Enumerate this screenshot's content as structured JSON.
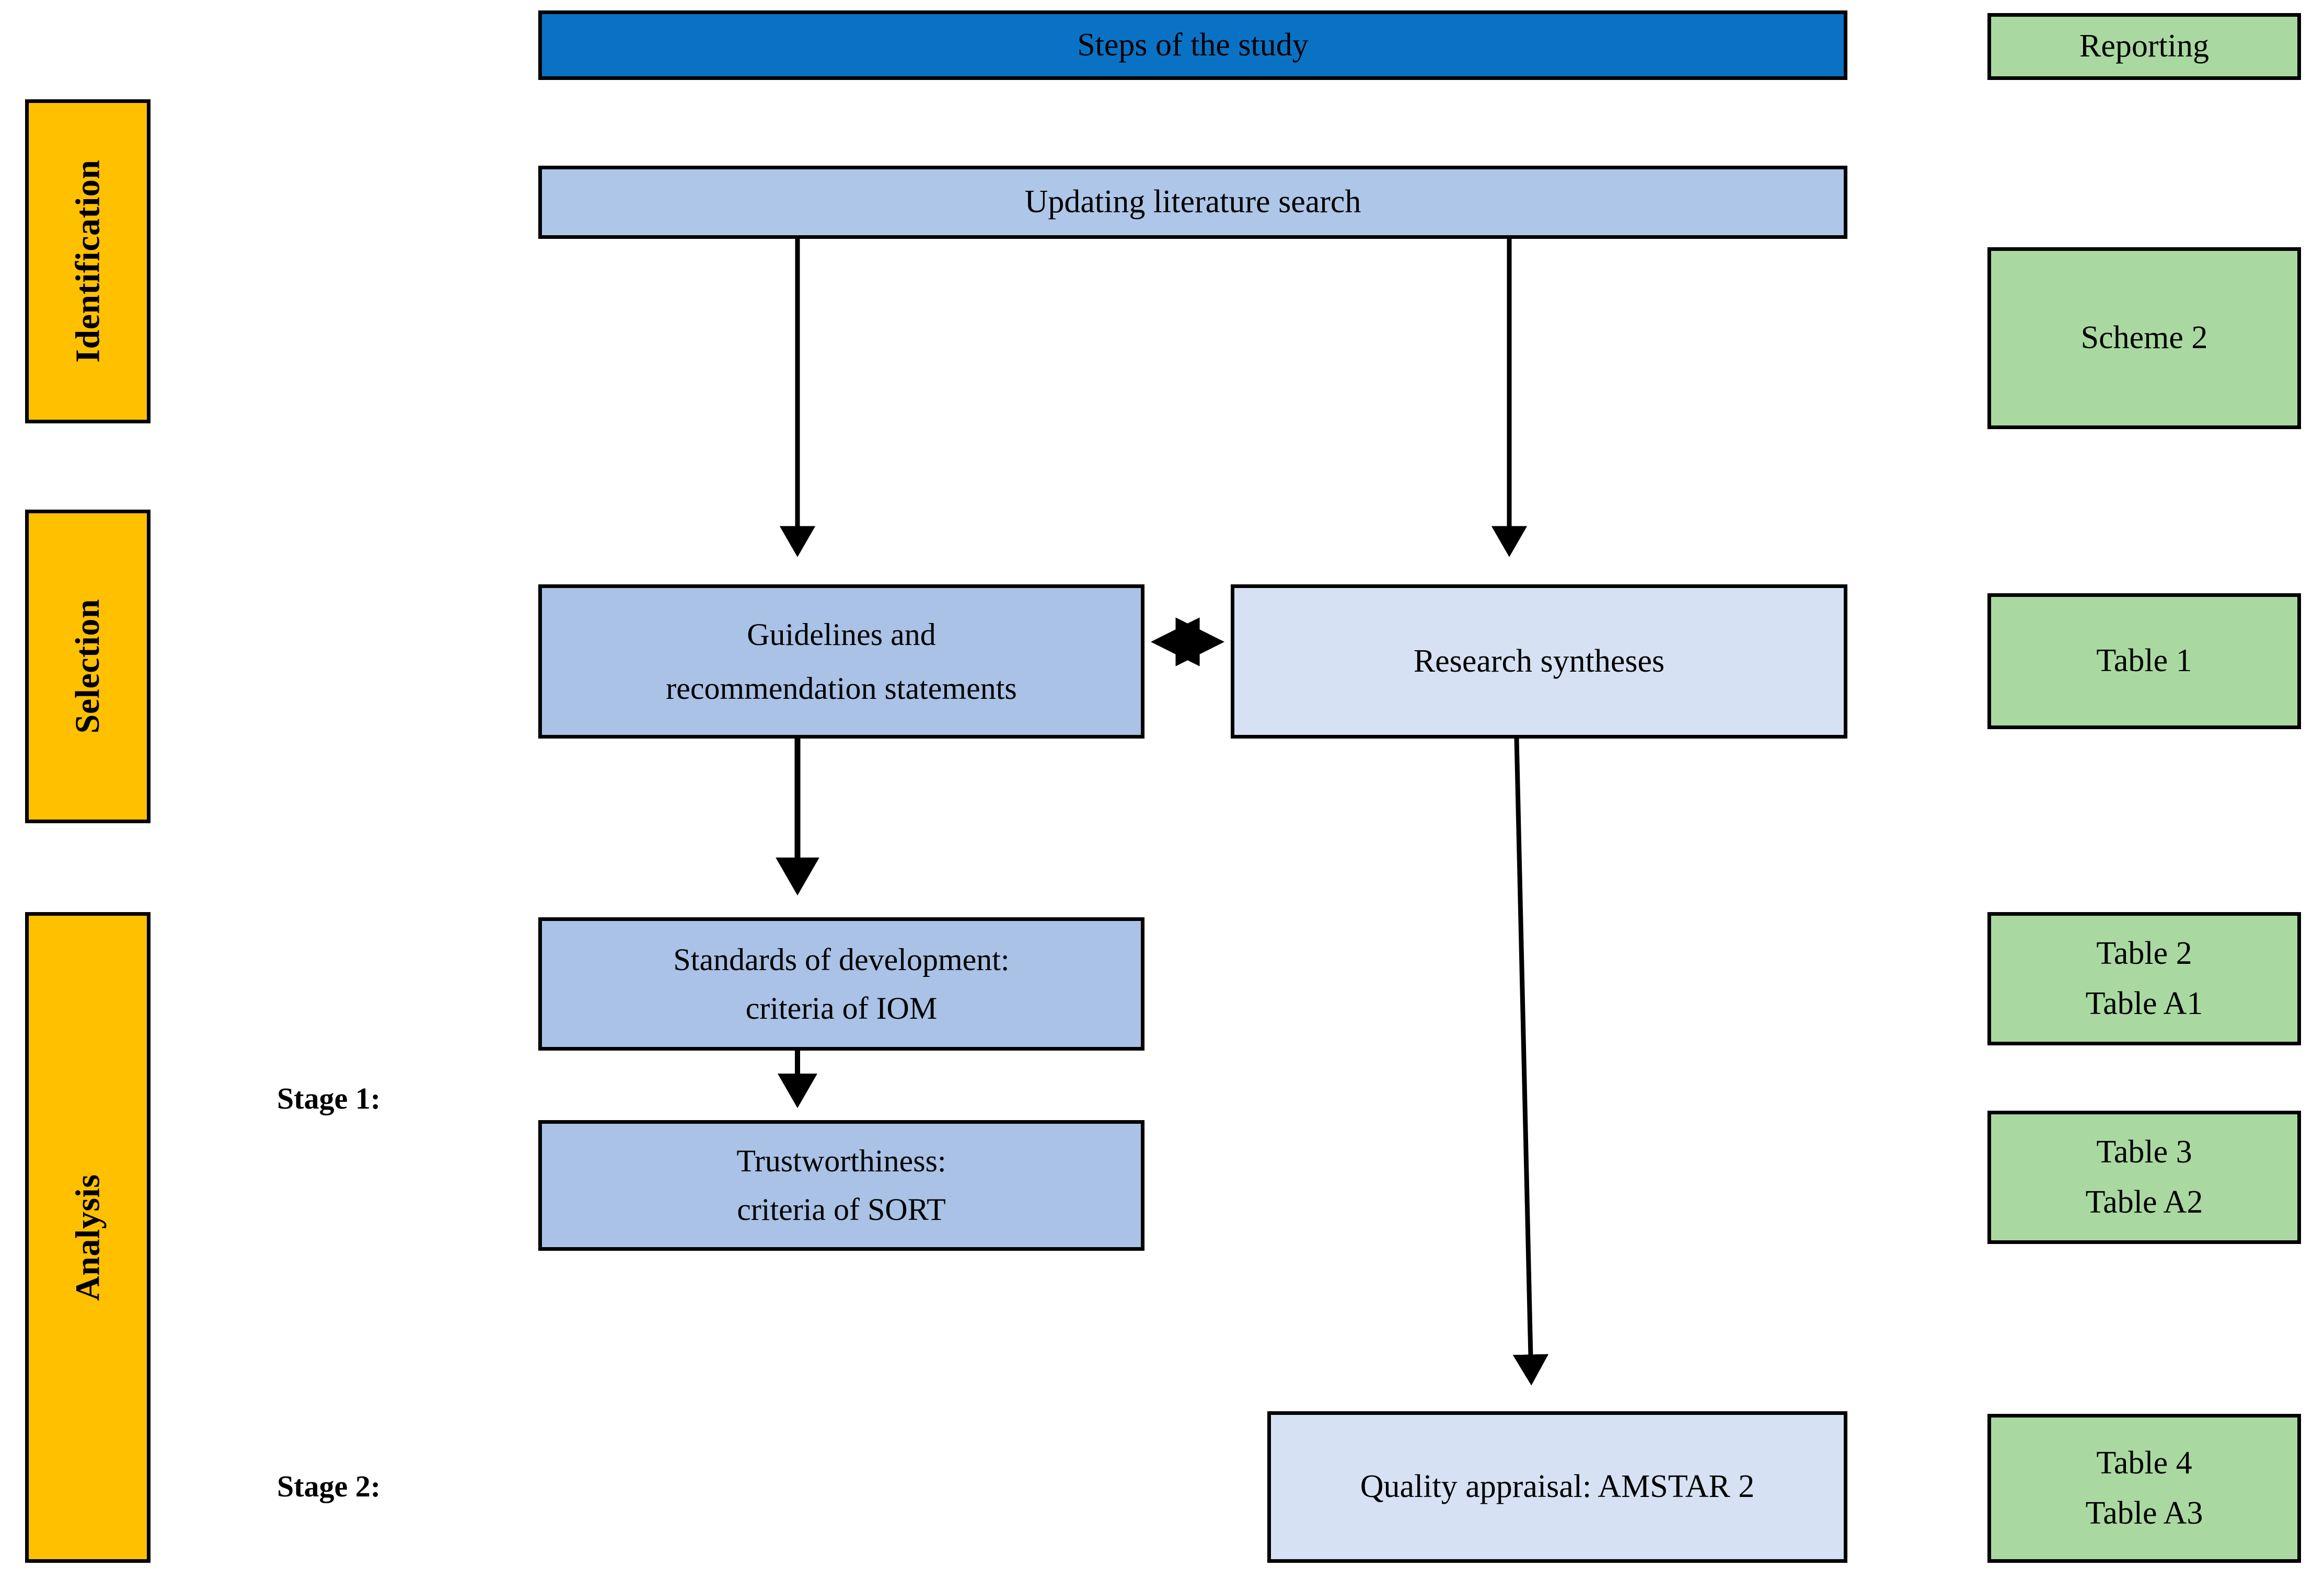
{
  "diagram": {
    "title": "Steps of the study flowchart",
    "colors": {
      "stage_fill": "#FFC000",
      "header_dark_blue": "#0A72C4",
      "header_light_blue": "#AEC7E8",
      "box_mid_blue": "#A9C2E6",
      "box_pale_blue": "#D6E2F3",
      "output_green": "#A9D9A0",
      "border": "#000000"
    }
  },
  "stages": [
    {
      "label": "Identification"
    },
    {
      "label": "Selection"
    },
    {
      "label": "Analysis"
    }
  ],
  "stage_markers": [
    {
      "label": "Stage 1:"
    },
    {
      "label": "Stage 2:"
    }
  ],
  "headers": {
    "steps_of_study": "Steps of the study",
    "reporting": "Reporting"
  },
  "flow": {
    "updating_literature_search": "Updating literature search",
    "guidelines": {
      "line1": "Guidelines and",
      "line2": "recommendation statements"
    },
    "research_syntheses": "Research syntheses",
    "standards": {
      "line1": "Standards of development:",
      "line2": "criteria of IOM"
    },
    "trustworthiness": {
      "line1": "Trustworthiness:",
      "line2": "criteria of SORT"
    },
    "quality_appraisal": "Quality appraisal: AMSTAR 2"
  },
  "outputs": {
    "scheme2": "Scheme 2",
    "table1": "Table 1",
    "table2": "Table 2",
    "tableA1": "Table A1",
    "table3": "Table 3",
    "tableA2": "Table A2",
    "table4": "Table 4",
    "tableA3": "Table A3"
  }
}
